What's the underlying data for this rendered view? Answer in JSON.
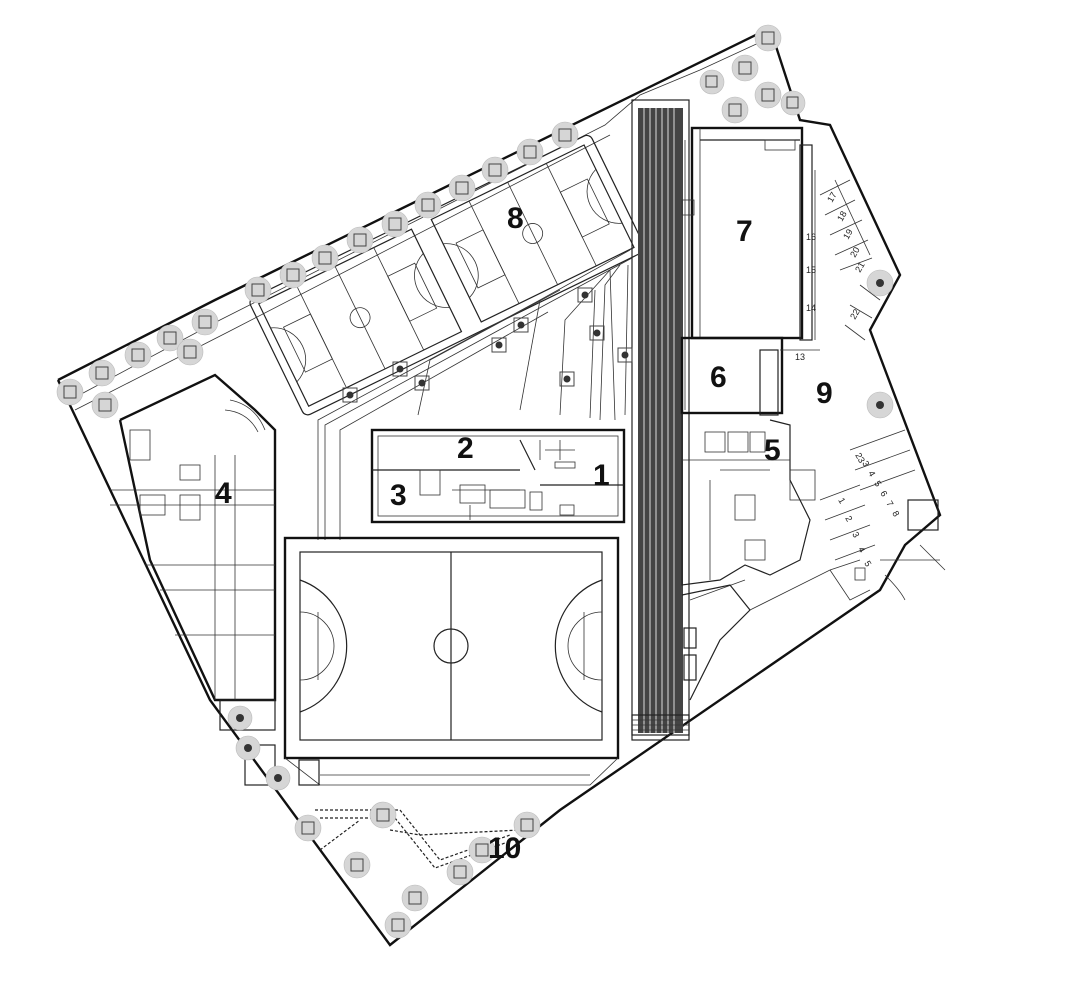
{
  "zones": [
    {
      "id": "1",
      "label": "1"
    },
    {
      "id": "2",
      "label": "2"
    },
    {
      "id": "3",
      "label": "3"
    },
    {
      "id": "4",
      "label": "4"
    },
    {
      "id": "5",
      "label": "5"
    },
    {
      "id": "6",
      "label": "6"
    },
    {
      "id": "7",
      "label": "7"
    },
    {
      "id": "8",
      "label": "8"
    },
    {
      "id": "9",
      "label": "9"
    },
    {
      "id": "10",
      "label": "10"
    }
  ],
  "stall_numbers": {
    "east_column": [
      "16",
      "15",
      "14",
      "13"
    ],
    "upper_diagonal": [
      "17",
      "18",
      "19",
      "20",
      "21"
    ],
    "upper_right": [
      "22"
    ],
    "lower_right": [
      "23",
      "3",
      "4",
      "5",
      "6",
      "7",
      "8"
    ],
    "lower_group": [
      "1",
      "2",
      "3",
      "4",
      "5"
    ]
  }
}
